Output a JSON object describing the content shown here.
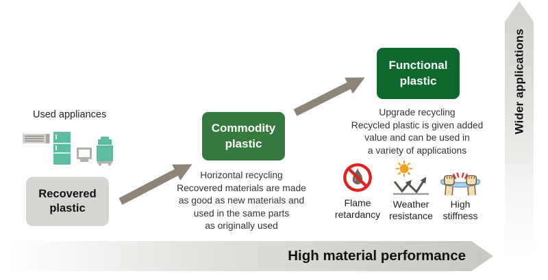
{
  "labels": {
    "used_appliances": "Used appliances"
  },
  "stages": {
    "recovered": {
      "label": "Recovered\nplastic"
    },
    "commodity": {
      "label": "Commodity\nplastic",
      "description": "Horizontal recycling\nRecovered materials are made\nas good as new materials and\nused in the same parts\nas originally used"
    },
    "functional": {
      "label": "Functional\nplastic",
      "description": "Upgrade recycling\nRecycled plastic is given added\nvalue and can be used in\na variety of applications"
    }
  },
  "features": [
    {
      "icon": "flame-retardancy-icon",
      "label": "Flame\nretardancy"
    },
    {
      "icon": "weather-resistance-icon",
      "label": "Weather\nresistance"
    },
    {
      "icon": "high-stiffness-icon",
      "label": "High\nstiffness"
    }
  ],
  "axes": {
    "vertical_label": "Wider applications",
    "horizontal_label": "High material performance"
  },
  "colors": {
    "recovered_gray": "#d6d5d2",
    "commodity_green": "#36793f",
    "functional_green": "#0c682c",
    "arrow_taupe": "#8d8678",
    "appliance_teal": "#5cbda2",
    "axis_arrow_gray": "#c8c7c2",
    "flame_red": "#dc241f",
    "sun_orange": "#f4a01e",
    "stiffness_blue": "#a8d4ee",
    "skin_tone": "#f9ddae"
  }
}
